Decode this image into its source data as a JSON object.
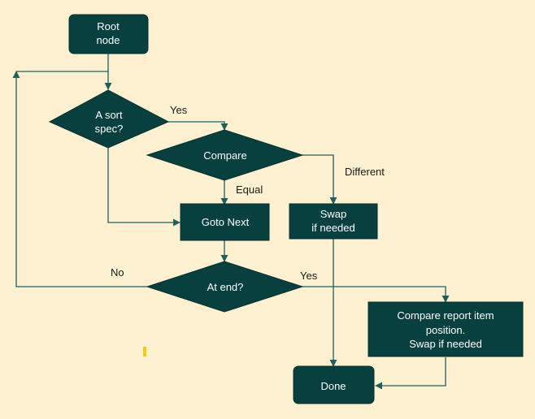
{
  "colors": {
    "background": "#fdf1d2",
    "node_fill": "#08403f",
    "node_stroke": "#0a2e2e",
    "connector": "#1f5f5c",
    "label_text": "#ffffff",
    "edge_text": "#1a1a1a",
    "marker": "#f5d000"
  },
  "nodes": {
    "root": {
      "line1": "Root",
      "line2": "node"
    },
    "sort_spec": {
      "line1": "A sort",
      "line2": "spec?"
    },
    "compare": {
      "label": "Compare"
    },
    "goto_next": {
      "label": "Goto Next"
    },
    "swap": {
      "line1": "Swap",
      "line2": "if needed"
    },
    "at_end": {
      "label": "At end?"
    },
    "compare_report": {
      "line1": "Compare report item",
      "line2": "position.",
      "line3": "Swap if needed"
    },
    "done": {
      "label": "Done"
    }
  },
  "edge_labels": {
    "sort_yes": "Yes",
    "different": "Different",
    "equal": "Equal",
    "no": "No",
    "end_yes": "Yes"
  }
}
